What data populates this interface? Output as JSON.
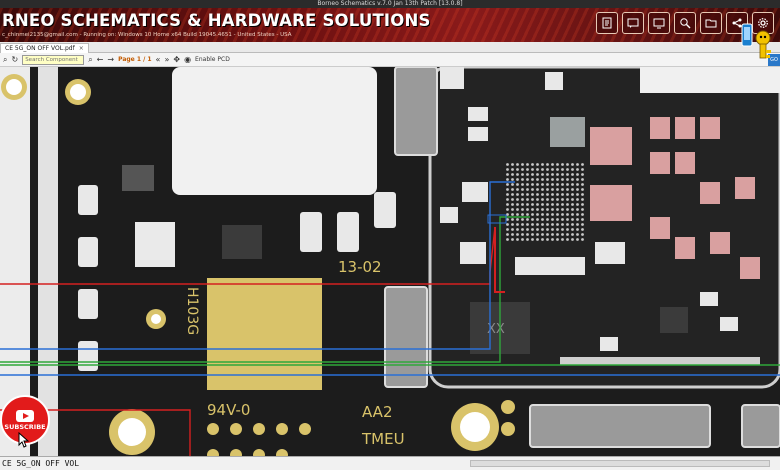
{
  "window": {
    "title": "Borneo Schematics v.7.0 Jan 13th Patch [13.0.8]"
  },
  "banner": {
    "brand": "RNEO SCHEMATICS & HARDWARE SOLUTIONS",
    "user_info": "c_chinmei2135@gmail.com - Running on: Windows 10 Home x64 Build 19045.4651 - United States - USA",
    "tool_icons": [
      "document-icon",
      "chat-icon",
      "screen-icon",
      "search-zoom-icon",
      "folder-icon",
      "share-icon",
      "settings-icon"
    ]
  },
  "tabs": [
    {
      "label": "CE 5G_ON OFF VOL.pdf",
      "close": "×"
    }
  ],
  "toolbar": {
    "search_placeholder": "Search Component",
    "page_info": "Page 1 / 1",
    "enable_pcd": "Enable PCD"
  },
  "board": {
    "labels": {
      "rev": "13-02",
      "fab": "94V-0",
      "code": "H103G",
      "model": "AA2",
      "tmeu": "TMEU",
      "chip": "XX"
    },
    "trace_colors": {
      "red": "#d42020",
      "green": "#2fa83a",
      "blue": "#2a6fd6"
    },
    "silk_color": "#d9c36a",
    "board_color": "#1c1c1c"
  },
  "overlay": {
    "subscribe": "SUBSCRIBE"
  },
  "status": {
    "text": "CE 5G_ON OFF VOL"
  }
}
